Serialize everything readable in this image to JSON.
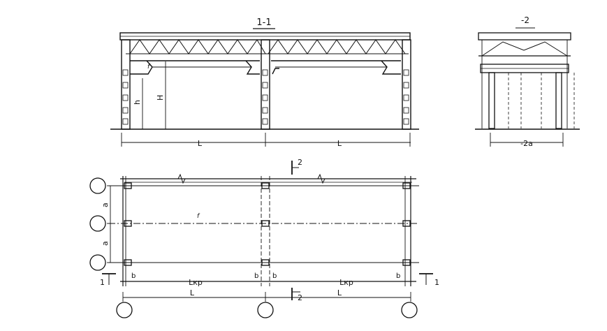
{
  "section_1": {
    "title": "1-1",
    "label_h": "h",
    "label_H": "H",
    "span_left": "L",
    "span_right": "L",
    "note": "f"
  },
  "section_2": {
    "title": "-2",
    "label_bay": "-2a"
  },
  "plan": {
    "cut_top": "2",
    "cut_bottom": "2",
    "cut_left": "1",
    "cut_right": "1",
    "label_a_upper": "a",
    "label_a_lower": "a",
    "label_b": [
      "b",
      "b",
      "b",
      "b"
    ],
    "crane_span_left": "Lкр",
    "crane_span_right": "Lкр",
    "span_left": "L",
    "span_right": "L",
    "note": "f"
  }
}
